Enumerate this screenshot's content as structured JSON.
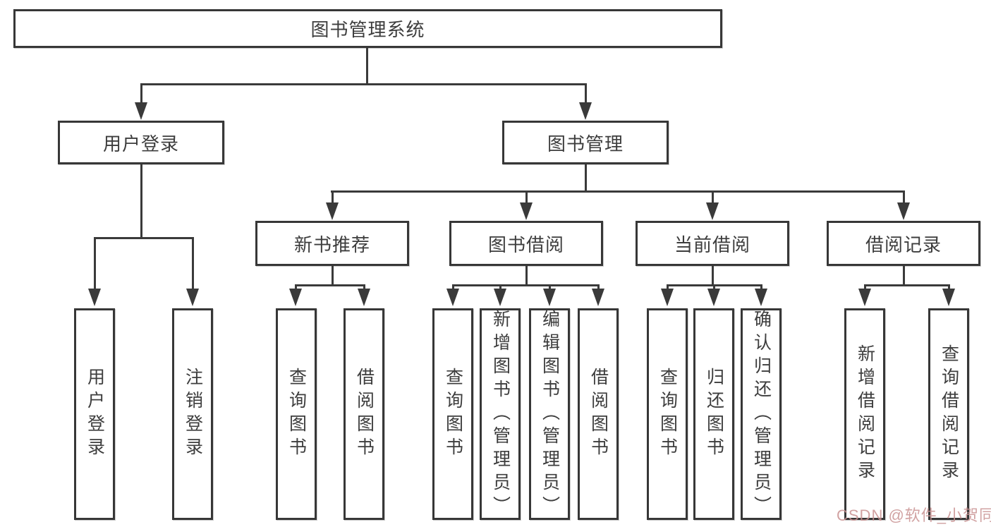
{
  "diagram": {
    "type": "hierarchy-flowchart",
    "watermark": "CSDN @软件_小贺同学",
    "colors": {
      "background": "#ffffff",
      "line": "#3a3a3a",
      "box_border": "#373737",
      "text": "#3d3d3d",
      "watermark": "#c99292"
    },
    "tree": {
      "label": "图书管理系统",
      "children": [
        {
          "label": "用户登录",
          "children": [
            {
              "label": "用户登录"
            },
            {
              "label": "注销登录"
            }
          ]
        },
        {
          "label": "图书管理",
          "children": [
            {
              "label": "新书推荐",
              "children": [
                {
                  "label": "查询图书"
                },
                {
                  "label": "借阅图书"
                }
              ]
            },
            {
              "label": "图书借阅",
              "children": [
                {
                  "label": "查询图书"
                },
                {
                  "label": "新增图书（管理员）"
                },
                {
                  "label": "编辑图书（管理员）"
                },
                {
                  "label": "借阅图书"
                }
              ]
            },
            {
              "label": "当前借阅",
              "children": [
                {
                  "label": "查询图书"
                },
                {
                  "label": "归还图书"
                },
                {
                  "label": "确认归还（管理员）"
                }
              ]
            },
            {
              "label": "借阅记录",
              "children": [
                {
                  "label": "新增借阅记录"
                },
                {
                  "label": "查询借阅记录"
                }
              ]
            }
          ]
        }
      ]
    }
  }
}
